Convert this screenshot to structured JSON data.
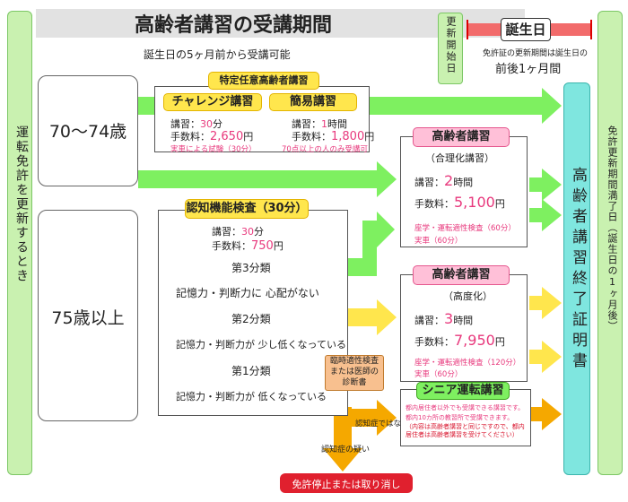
{
  "title": "高齢者講習の受講期間",
  "subtitle": "誕生日の5ヶ月前から受講可能",
  "left_bar": "運転免許を更新するとき",
  "right_bar": "免許更新期間満了日（誕生日の1ヶ月後）",
  "start_label": "更新開始日",
  "birthday": "誕生日",
  "period_note": "免許証の更新期間は誕生日の",
  "period_main": "前後1ヶ月間",
  "age_70": "70〜74歳",
  "age_75": "75歳以上",
  "special": {
    "header": "特定任意高齢者講習",
    "challenge": {
      "title": "チャレンジ講習",
      "hours_label": "講習：",
      "hours": "30",
      "hours_unit": "分",
      "fee_label": "手数料：",
      "fee": "2,650",
      "fee_unit": "円",
      "note": "実車による試験（30分）"
    },
    "simple": {
      "title": "簡易講習",
      "hours_label": "講習：",
      "hours": "1",
      "hours_unit": "時間",
      "fee_label": "手数料：",
      "fee": "1,800",
      "fee_unit": "円",
      "note": "70点以上の人のみ受講可"
    }
  },
  "rational": {
    "title": "高齢者講習",
    "sub": "（合理化講習）",
    "hours_label": "講習：",
    "hours": "2",
    "hours_unit": "時間",
    "fee_label": "手数料：",
    "fee": "5,100",
    "fee_unit": "円",
    "note1": "座学・運転適性検査（60分）",
    "note2": "実車（60分）"
  },
  "cognitive": {
    "title": "認知機能検査（30分）",
    "hours_label": "講習：",
    "hours": "30",
    "hours_unit": "分",
    "fee_label": "手数料：",
    "fee": "750",
    "fee_unit": "円"
  },
  "class3": {
    "label": "第3分類",
    "desc": "記憶力・判断力に 心配がない"
  },
  "class2": {
    "label": "第2分類",
    "desc": "記憶力・判断力が 少し低くなっている"
  },
  "class1": {
    "label": "第1分類",
    "desc": "記憶力・判断力が 低くなっている"
  },
  "clinical": "臨時適性検査または医師の診断書",
  "advanced": {
    "title": "高齢者講習",
    "sub": "（高度化）",
    "hours_label": "講習：",
    "hours": "3",
    "hours_unit": "時間",
    "fee_label": "手数料：",
    "fee": "7,950",
    "fee_unit": "円",
    "note1": "座学・運転適性検査（120分）",
    "note2": "実車（60分）"
  },
  "senior": {
    "title": "シニア運転講習",
    "note1": "都内居住者以外でも受講できる講習です。",
    "note2": "都内10カ所の教習所で受講できます。",
    "note3": "（内容は高齢者講習と同じですので、都内居住者は高齢者講習を受けてください）"
  },
  "not_dementia": "認知症ではない",
  "dementia": "認知症の疑い",
  "suspend": "免許停止または取り消し",
  "certificate": "高齢者講習終了証明書",
  "colors": {
    "green": "#7ef060",
    "yellow": "#ffe64d",
    "orange": "#f5a800",
    "pink": "#e8397d",
    "red": "#e0202e",
    "teal": "#7fe6df"
  }
}
